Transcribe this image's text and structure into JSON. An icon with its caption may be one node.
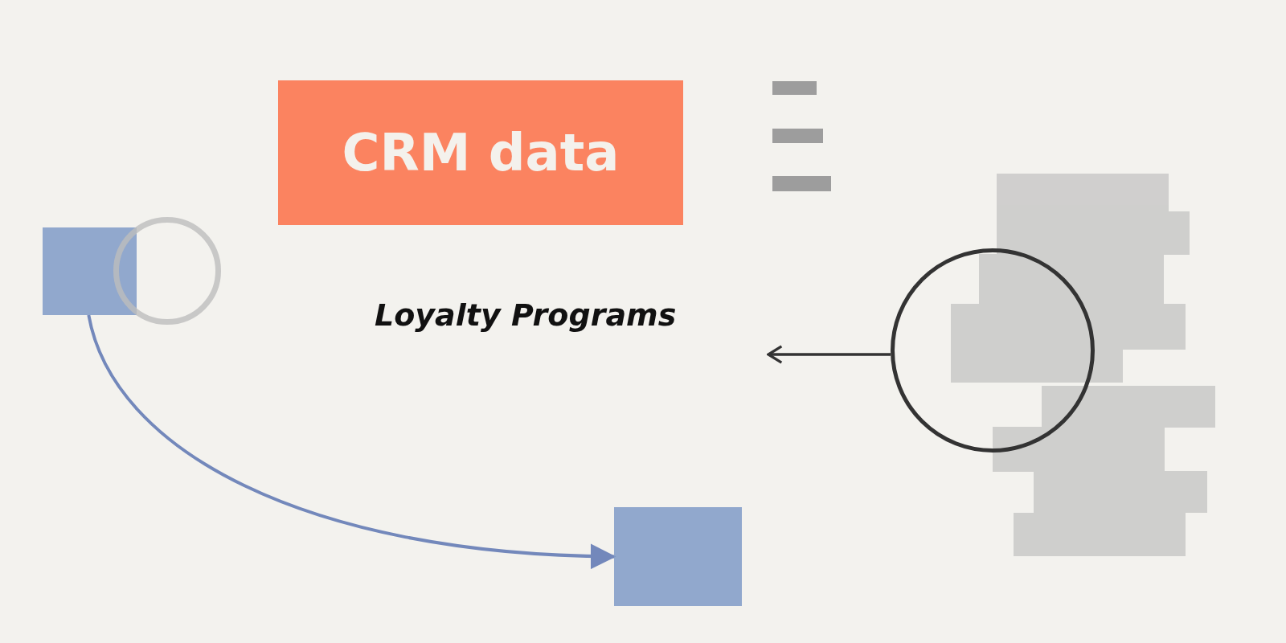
{
  "diagram": {
    "nodes": [
      {
        "text": [
          "CRM data"
        ]
      },
      {
        "text": [],
        "shape": "bar"
      },
      {
        "text": [],
        "shape": "bar"
      },
      {
        "text": [],
        "shape": "bar"
      },
      {
        "text": [],
        "shape": "box"
      },
      {
        "text": [],
        "shape": "circle"
      },
      {
        "text": [
          "Loyalty Programs"
        ]
      },
      {
        "text": [],
        "shape": "circle"
      },
      {
        "text": [],
        "shape": "box"
      }
    ],
    "edges": [
      {
        "from": 4,
        "to": 8,
        "arrow": "to",
        "color": "#7388bb"
      },
      {
        "from": 7,
        "to": 6,
        "arrow": "to",
        "color": "#333333"
      }
    ]
  }
}
